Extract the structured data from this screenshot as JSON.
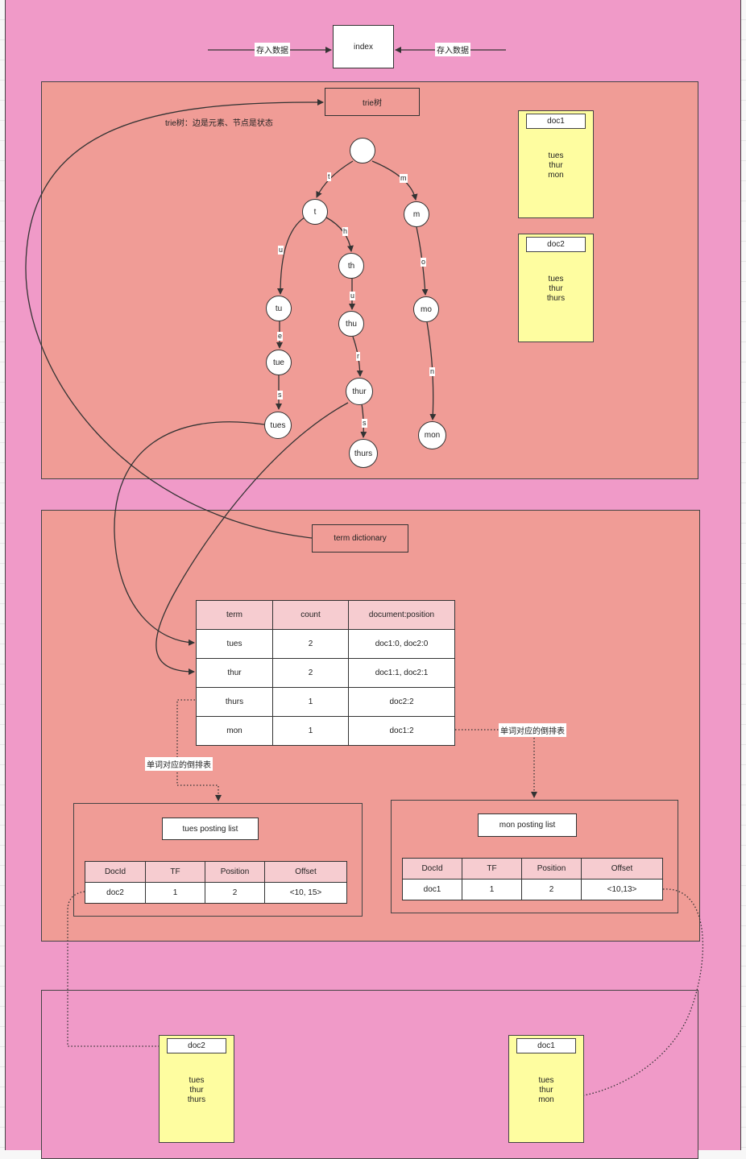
{
  "top": {
    "index_label": "index",
    "left_arrow_label": "存入数据",
    "right_arrow_label": "存入数据"
  },
  "trie": {
    "title": "trie树",
    "caption": "trie树：边是元素、节点是状态",
    "nodes": {
      "root": "",
      "t": "t",
      "m": "m",
      "tu": "tu",
      "th": "th",
      "tue": "tue",
      "thu": "thu",
      "tues": "tues",
      "thur": "thur",
      "thurs": "thurs",
      "mo": "mo",
      "mon": "mon"
    },
    "edges": {
      "root_t": "t",
      "root_m": "m",
      "t_tu": "u",
      "t_th": "h",
      "tu_tue": "e",
      "tue_tues": "s",
      "th_thu": "u",
      "thu_thur": "r",
      "thur_thurs": "s",
      "m_mo": "o",
      "mo_mon": "n"
    }
  },
  "docs_top": [
    {
      "title": "doc1",
      "lines": [
        "tues",
        "thur",
        "mon"
      ]
    },
    {
      "title": "doc2",
      "lines": [
        "tues",
        "thur",
        "thurs"
      ]
    }
  ],
  "term_dictionary": {
    "title": "term dictionary",
    "headers": [
      "term",
      "count",
      "document:position"
    ],
    "rows": [
      [
        "tues",
        "2",
        "doc1:0, doc2:0"
      ],
      [
        "thur",
        "2",
        "doc1:1, doc2:1"
      ],
      [
        "thurs",
        "1",
        "doc2:2"
      ],
      [
        "mon",
        "1",
        "doc1:2"
      ]
    ],
    "left_link_label": "单词对应的倒排表",
    "right_link_label": "单词对应的倒排表"
  },
  "tues_posting": {
    "title": "tues posting list",
    "headers": [
      "DocId",
      "TF",
      "Position",
      "Offset"
    ],
    "row": [
      "doc2",
      "1",
      "2",
      "<10, 15>"
    ]
  },
  "mon_posting": {
    "title": "mon posting list",
    "headers": [
      "DocId",
      "TF",
      "Position",
      "Offset"
    ],
    "row": [
      "doc1",
      "1",
      "2",
      "<10,13>"
    ]
  },
  "docs_bottom": [
    {
      "title": "doc2",
      "lines": [
        "tues",
        "thur",
        "thurs"
      ]
    },
    {
      "title": "doc1",
      "lines": [
        "tues",
        "thur",
        "mon"
      ]
    }
  ],
  "colors": {
    "outer_bg": "#f09ac8",
    "section_bg": "#f09c96",
    "note_bg": "#fefda0",
    "table_header_bg": "#f6ccd0"
  }
}
